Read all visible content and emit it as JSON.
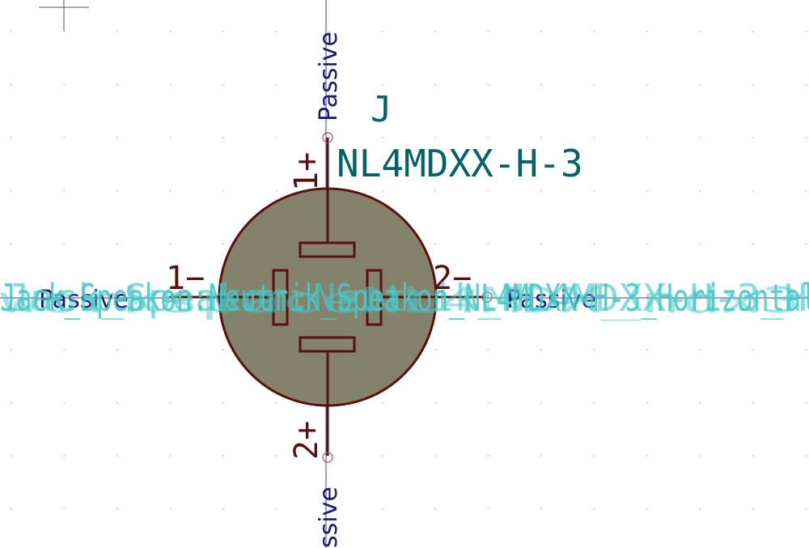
{
  "symbol": {
    "reference": "J",
    "value": "NL4MDXX-H-3",
    "footprint": "Jack_Speakon:Neutrik_Speakon_NL4MDXX-H-3_Horizontal",
    "footprint_overlay_a": "Jack_Speakon:Neutrik_NL4MDXX-H-3_H",
    "footprint_overlay_b": "workspaceNL4MDX_ndx3"
  },
  "pins": {
    "top": {
      "number": "1+",
      "type": "Passive"
    },
    "bottom": {
      "number": "2+",
      "type": "ssive"
    },
    "left": {
      "number": "1−",
      "type": "Passive"
    },
    "right": {
      "number": "2−",
      "type": "Passive"
    }
  },
  "colors": {
    "background": "#ffffff",
    "body_fill": "#84826a",
    "body_stroke": "#5a1010",
    "field_text": "#006464",
    "footprint_text": "#48c8c8",
    "pin_text": "#1a1a6e",
    "pin_type_line": "#3c3ca0",
    "grid_dot": "#c8c8c8"
  },
  "icons": [
    "crosshair-cursor-icon",
    "pin-end-circle-icon"
  ]
}
